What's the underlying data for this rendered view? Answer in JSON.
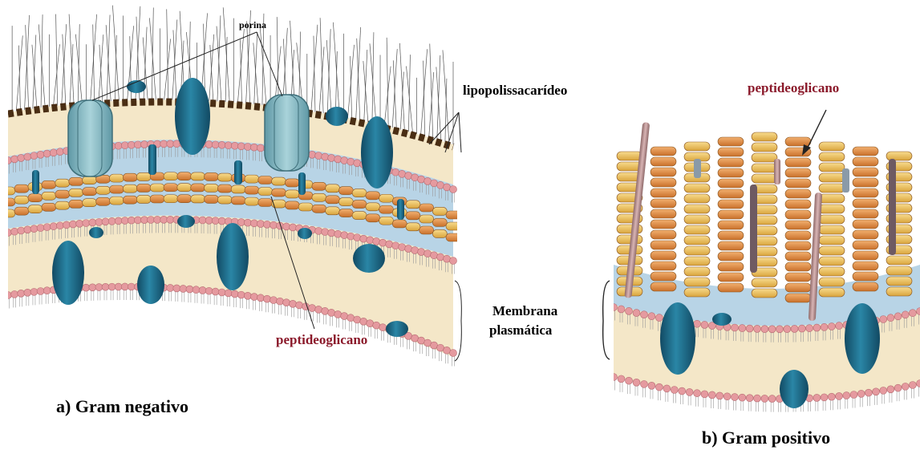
{
  "labels": {
    "porin": "porina",
    "lps": "lipopolissacarídeo",
    "pg_neg": "peptideoglicano",
    "pg_pos": "peptideoglicano",
    "membrane_line1": "Membrana",
    "membrane_line2": "plasmática",
    "caption_neg": "a) Gram negativo",
    "caption_pos": "b) Gram positivo"
  },
  "colors": {
    "protein_blue": "#1f6f8b",
    "porin_teal": "#8fbfc8",
    "lipid_head": "#e59a9f",
    "periplasm": "#b8d4e6",
    "peptidoglycan_orange": "#d88a3a",
    "peptidoglycan_yellow": "#f0c463",
    "lps_band": "#5a3a1c",
    "label_red": "#8b1a2b"
  }
}
